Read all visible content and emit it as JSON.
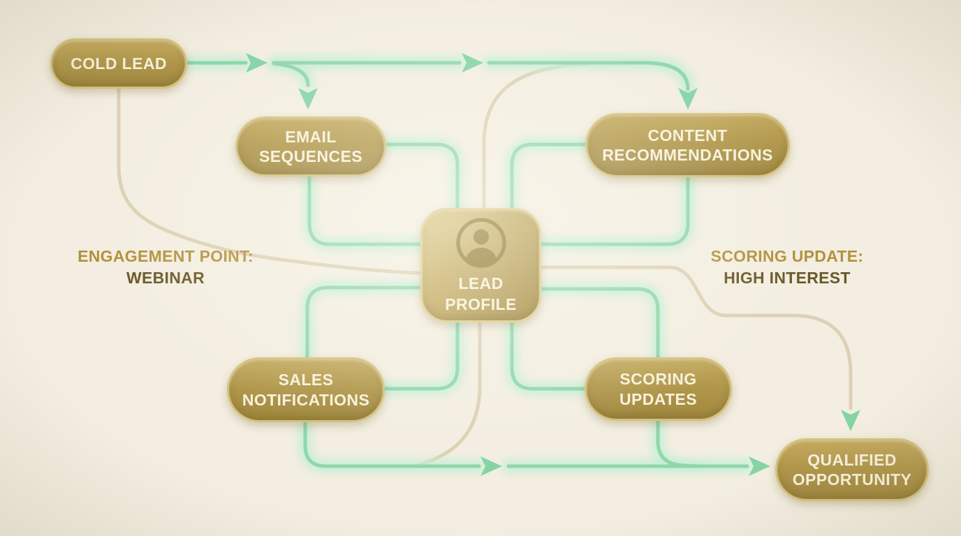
{
  "diagram": {
    "background_color": "#f3eee1",
    "accent_green": "#8fd7aa",
    "accent_green_glow": "#c2eed6",
    "accent_tan": "#ddd1b5",
    "node_fill": "#b0964a",
    "node_border": "#d4c17c",
    "node_text_color": "#f7f1dc",
    "label_gold_color": "#b2913c",
    "label_dark_color": "#6a5828",
    "nodes": {
      "cold_lead": {
        "label": "COLD LEAD"
      },
      "email_sequences": {
        "line1": "EMAIL",
        "line2": "SEQUENCES"
      },
      "content_recommendations": {
        "line1": "CONTENT",
        "line2": "RECOMMENDATIONS"
      },
      "lead_profile": {
        "line1": "LEAD",
        "line2": "PROFILE",
        "icon": "person-icon"
      },
      "sales_notifications": {
        "line1": "SALES",
        "line2": "NOTIFICATIONS"
      },
      "scoring_updates": {
        "line1": "SCORING",
        "line2": "UPDATES"
      },
      "qualified_opportunity": {
        "line1": "QUALIFIED",
        "line2": "OPPORTUNITY"
      }
    },
    "annotations": {
      "engagement_point": {
        "line1": "ENGAGEMENT POINT:",
        "line2": "WEBINAR"
      },
      "scoring_update": {
        "line1": "SCORING UPDATE:",
        "line2": "HIGH INTEREST"
      }
    },
    "edges": [
      {
        "from": "COLD LEAD",
        "to": "EMAIL SEQUENCES",
        "color": "green",
        "arrow": true
      },
      {
        "from": "COLD LEAD",
        "to": "CONTENT RECOMMENDATIONS",
        "color": "green",
        "arrow": true
      },
      {
        "from": "EMAIL SEQUENCES",
        "to": "LEAD PROFILE",
        "color": "green",
        "arrow": false,
        "via": "right-to-top"
      },
      {
        "from": "EMAIL SEQUENCES",
        "to": "LEAD PROFILE",
        "color": "green",
        "arrow": false,
        "via": "bottom-to-left"
      },
      {
        "from": "CONTENT RECOMMENDATIONS",
        "to": "LEAD PROFILE",
        "color": "green",
        "arrow": false,
        "via": "left-to-top"
      },
      {
        "from": "CONTENT RECOMMENDATIONS",
        "to": "LEAD PROFILE",
        "color": "green",
        "arrow": false,
        "via": "bottom-to-right"
      },
      {
        "from": "LEAD PROFILE",
        "to": "SALES NOTIFICATIONS",
        "color": "green",
        "arrow": false,
        "via": "left-to-top"
      },
      {
        "from": "LEAD PROFILE",
        "to": "SALES NOTIFICATIONS",
        "color": "green",
        "arrow": false,
        "via": "bottom-to-right"
      },
      {
        "from": "LEAD PROFILE",
        "to": "SCORING UPDATES",
        "color": "green",
        "arrow": false,
        "via": "right-to-top"
      },
      {
        "from": "LEAD PROFILE",
        "to": "SCORING UPDATES",
        "color": "green",
        "arrow": false,
        "via": "bottom-to-left"
      },
      {
        "from": "SALES NOTIFICATIONS",
        "to": "QUALIFIED OPPORTUNITY",
        "color": "green",
        "arrow": true,
        "via": "bottom-rail"
      },
      {
        "from": "SCORING UPDATES",
        "to": "QUALIFIED OPPORTUNITY",
        "color": "green",
        "arrow": true,
        "via": "joins-bottom-rail"
      },
      {
        "from": "COLD LEAD",
        "to": "LEAD PROFILE",
        "color": "tan",
        "arrow": false,
        "label": "ENGAGEMENT POINT: WEBINAR"
      },
      {
        "from": "top-flow-line",
        "to": "LEAD PROFILE",
        "color": "tan",
        "arrow": false
      },
      {
        "from": "LEAD PROFILE",
        "to": "bottom-rail",
        "color": "tan",
        "arrow": false
      },
      {
        "from": "LEAD PROFILE",
        "to": "QUALIFIED OPPORTUNITY",
        "color": "tan",
        "arrow": true,
        "label": "SCORING UPDATE: HIGH INTEREST"
      }
    ]
  }
}
